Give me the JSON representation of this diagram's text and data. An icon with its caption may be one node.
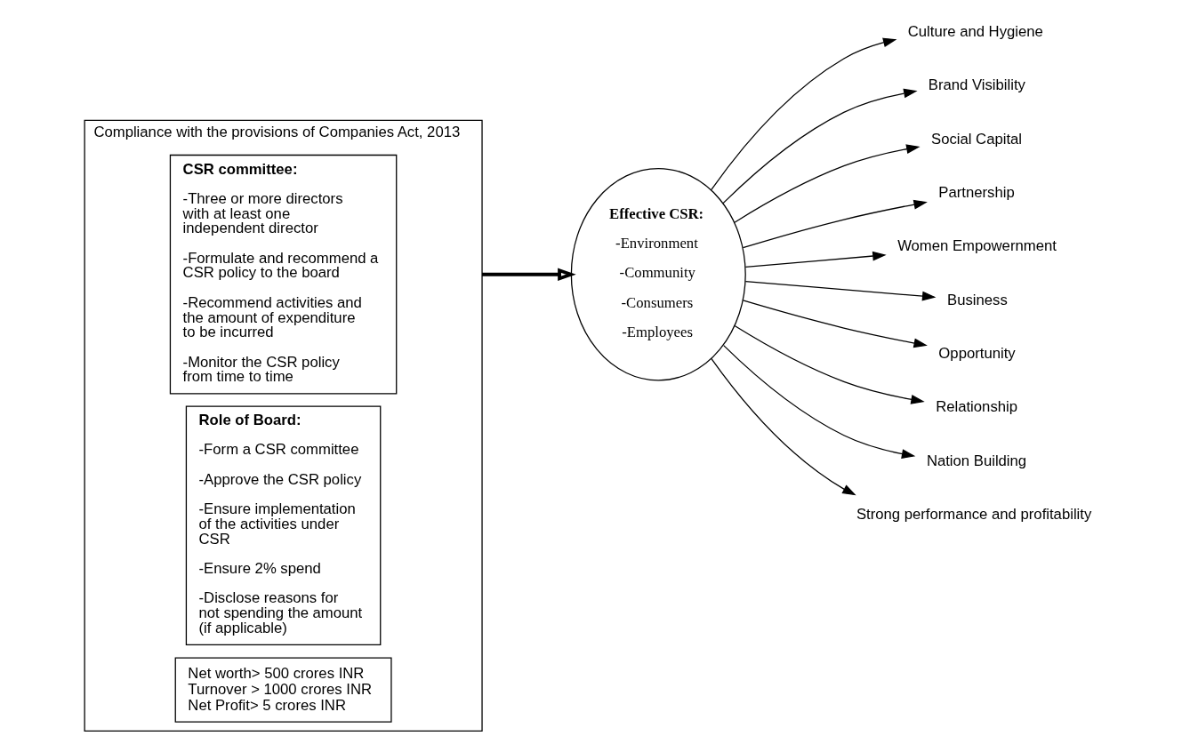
{
  "diagram": {
    "nodes": [
      {
        "text": [
          "Compliance with the provisions of Companies Act, 2013"
        ]
      },
      {
        "text": [
          "Net worth> 500 crores INR",
          "Turnover > 1000 crores INR",
          "Net Profit> 5 crores INR"
        ],
        "in": 0
      },
      {
        "text": [
          "Role of Board:",
          "-Form a CSR committee",
          "-Approve the CSR policy",
          "-Ensure implementation of the activities under CSR",
          "-Ensure 2% spend",
          "-Disclose reasons for not spending the amount (if applicable)"
        ],
        "in": 0
      },
      {
        "text": [
          "CSR committee:",
          "-Three or more directors with at least one independent director",
          "-Formulate and recommend a CSR policy to the board",
          "-Recommend activities and the amount of expenditure to be incurred",
          "-Monitor the CSR policy from time to time"
        ],
        "in": 0
      },
      {
        "text": [
          "Effective CSR:",
          "-Environment",
          "-Community",
          "-Consumers",
          "-Employees"
        ]
      },
      {
        "text": [
          "Culture and Hygiene"
        ]
      },
      {
        "text": [
          "Brand Visibility"
        ]
      },
      {
        "text": [
          "Social Capital"
        ]
      },
      {
        "text": [
          "Partnership"
        ]
      },
      {
        "text": [
          "Women Empowernment"
        ]
      },
      {
        "text": [
          "Business"
        ]
      },
      {
        "text": [
          "Opportunity"
        ]
      },
      {
        "text": [
          "Relationship"
        ]
      },
      {
        "text": [
          "Nation Building"
        ]
      },
      {
        "text": [
          "Strong performance and profitability"
        ]
      }
    ],
    "edges": [
      {
        "from": 0,
        "to": 4,
        "arrow": "to",
        "style": "thick"
      },
      {
        "from": 4,
        "to": 5,
        "arrow": "to"
      },
      {
        "from": 4,
        "to": 6,
        "arrow": "to"
      },
      {
        "from": 4,
        "to": 7,
        "arrow": "to"
      },
      {
        "from": 4,
        "to": 8,
        "arrow": "to"
      },
      {
        "from": 4,
        "to": 9,
        "arrow": "to"
      },
      {
        "from": 4,
        "to": 10,
        "arrow": "to"
      },
      {
        "from": 4,
        "to": 11,
        "arrow": "to"
      },
      {
        "from": 4,
        "to": 12,
        "arrow": "to"
      },
      {
        "from": 4,
        "to": 13,
        "arrow": "to"
      },
      {
        "from": 4,
        "to": 14,
        "arrow": "to"
      }
    ]
  }
}
